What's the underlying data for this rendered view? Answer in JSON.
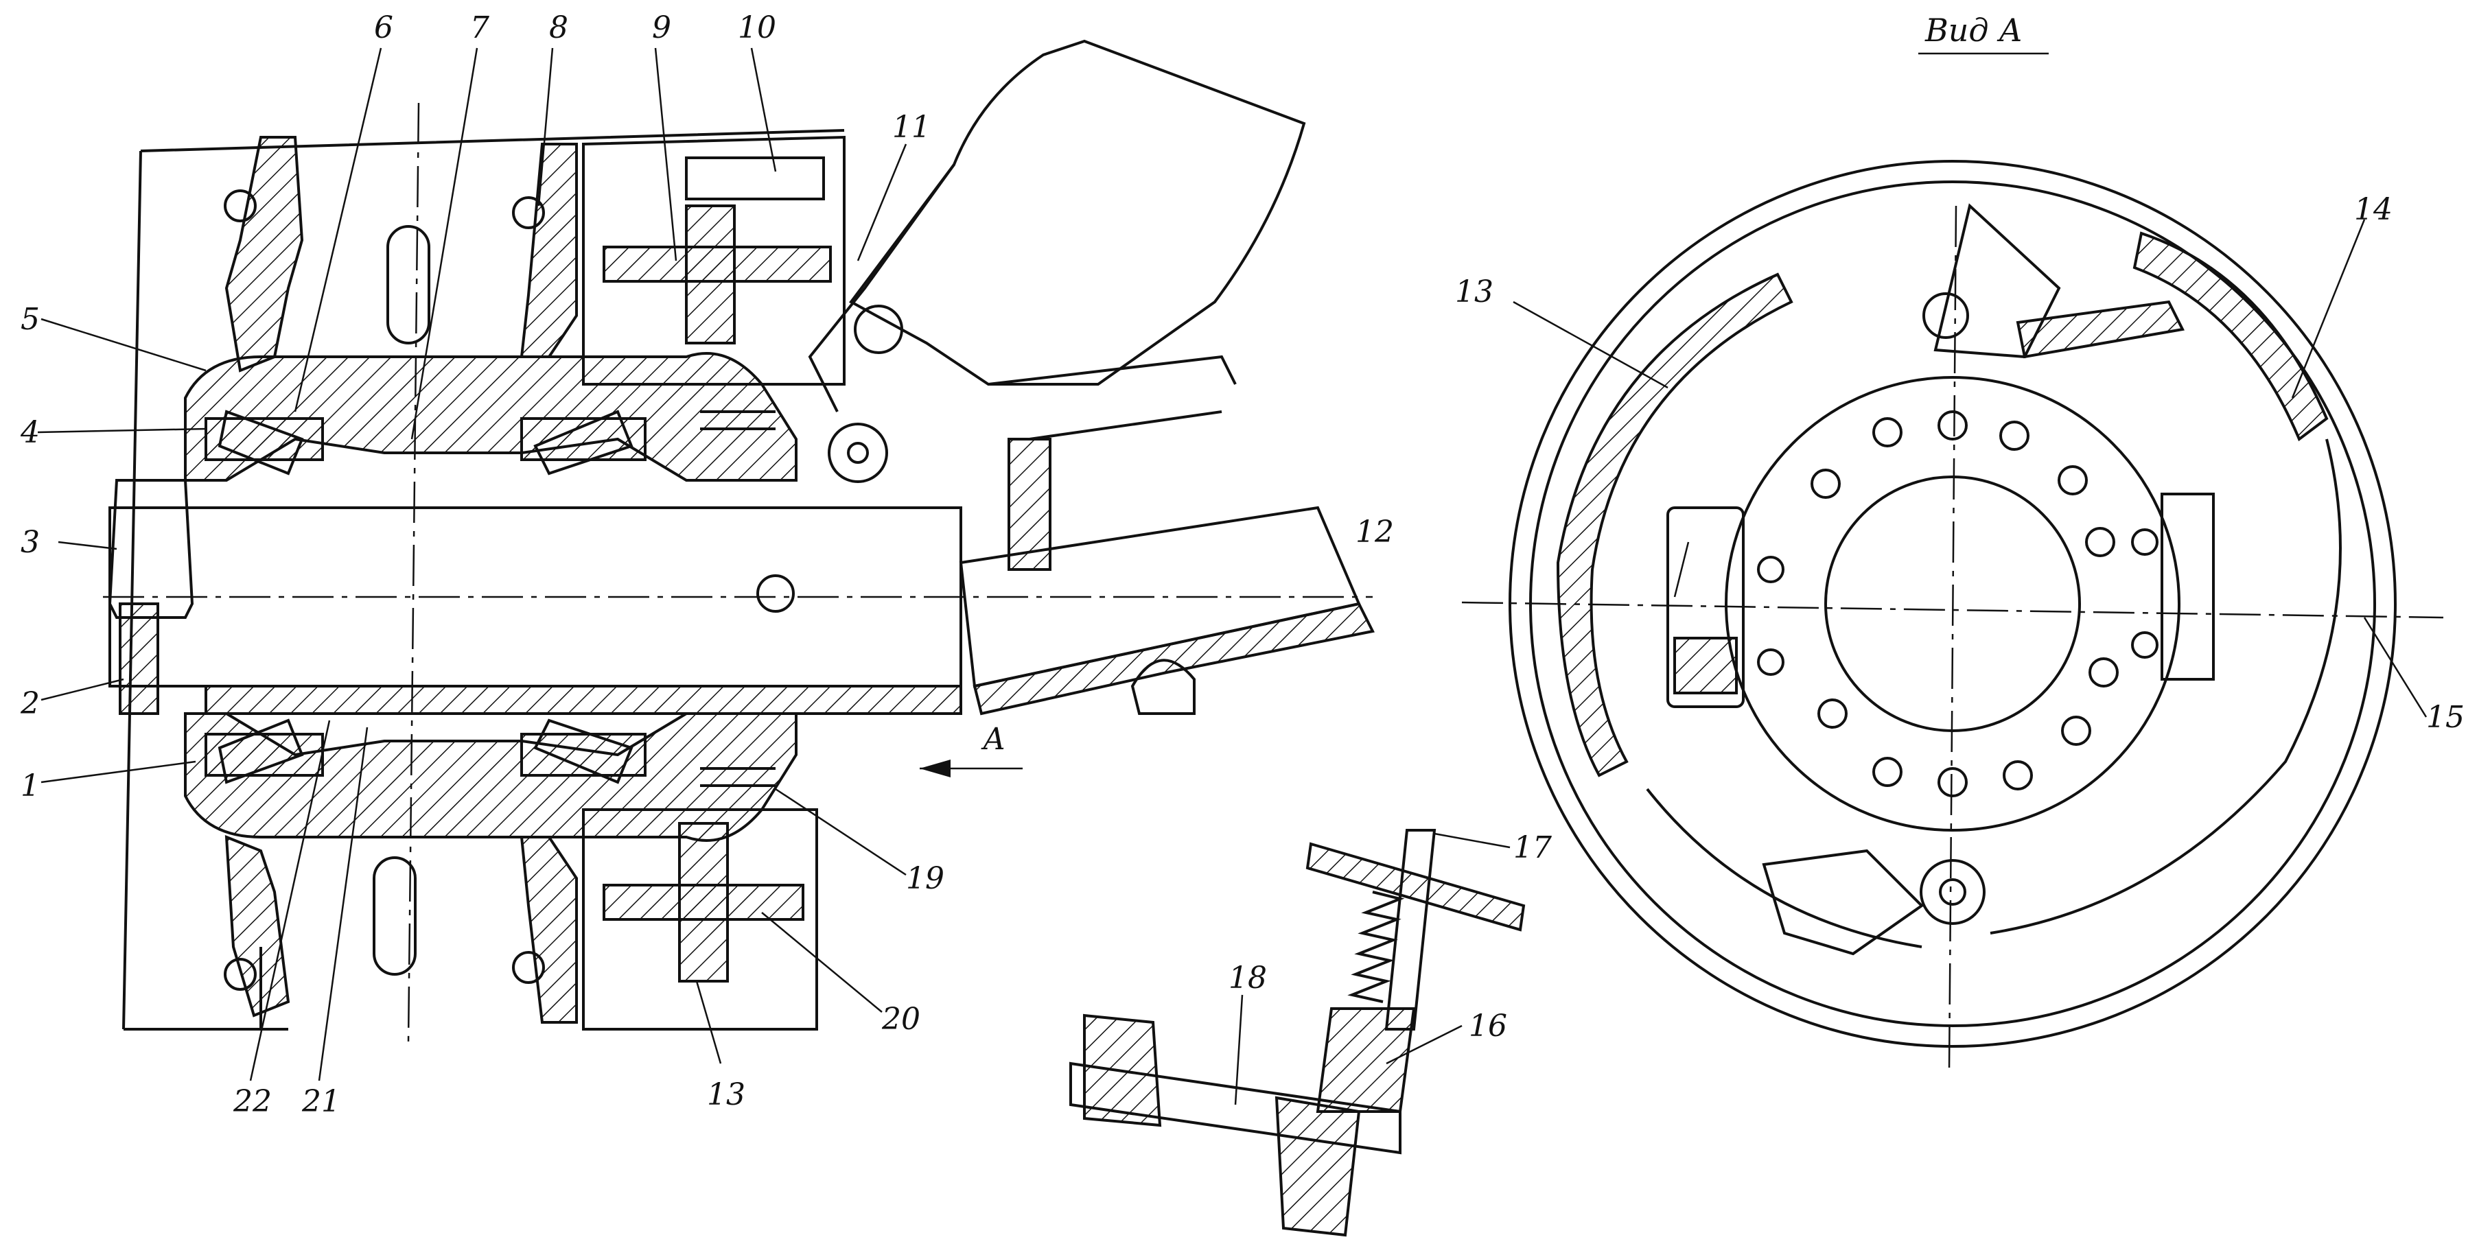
{
  "view_title": "Вид А",
  "arrow_label": "А",
  "callouts": [
    "1",
    "2",
    "3",
    "4",
    "5",
    "6",
    "7",
    "8",
    "9",
    "10",
    "11",
    "12",
    "13",
    "14",
    "15",
    "16",
    "17",
    "18",
    "19",
    "20",
    "21",
    "22",
    "13"
  ]
}
